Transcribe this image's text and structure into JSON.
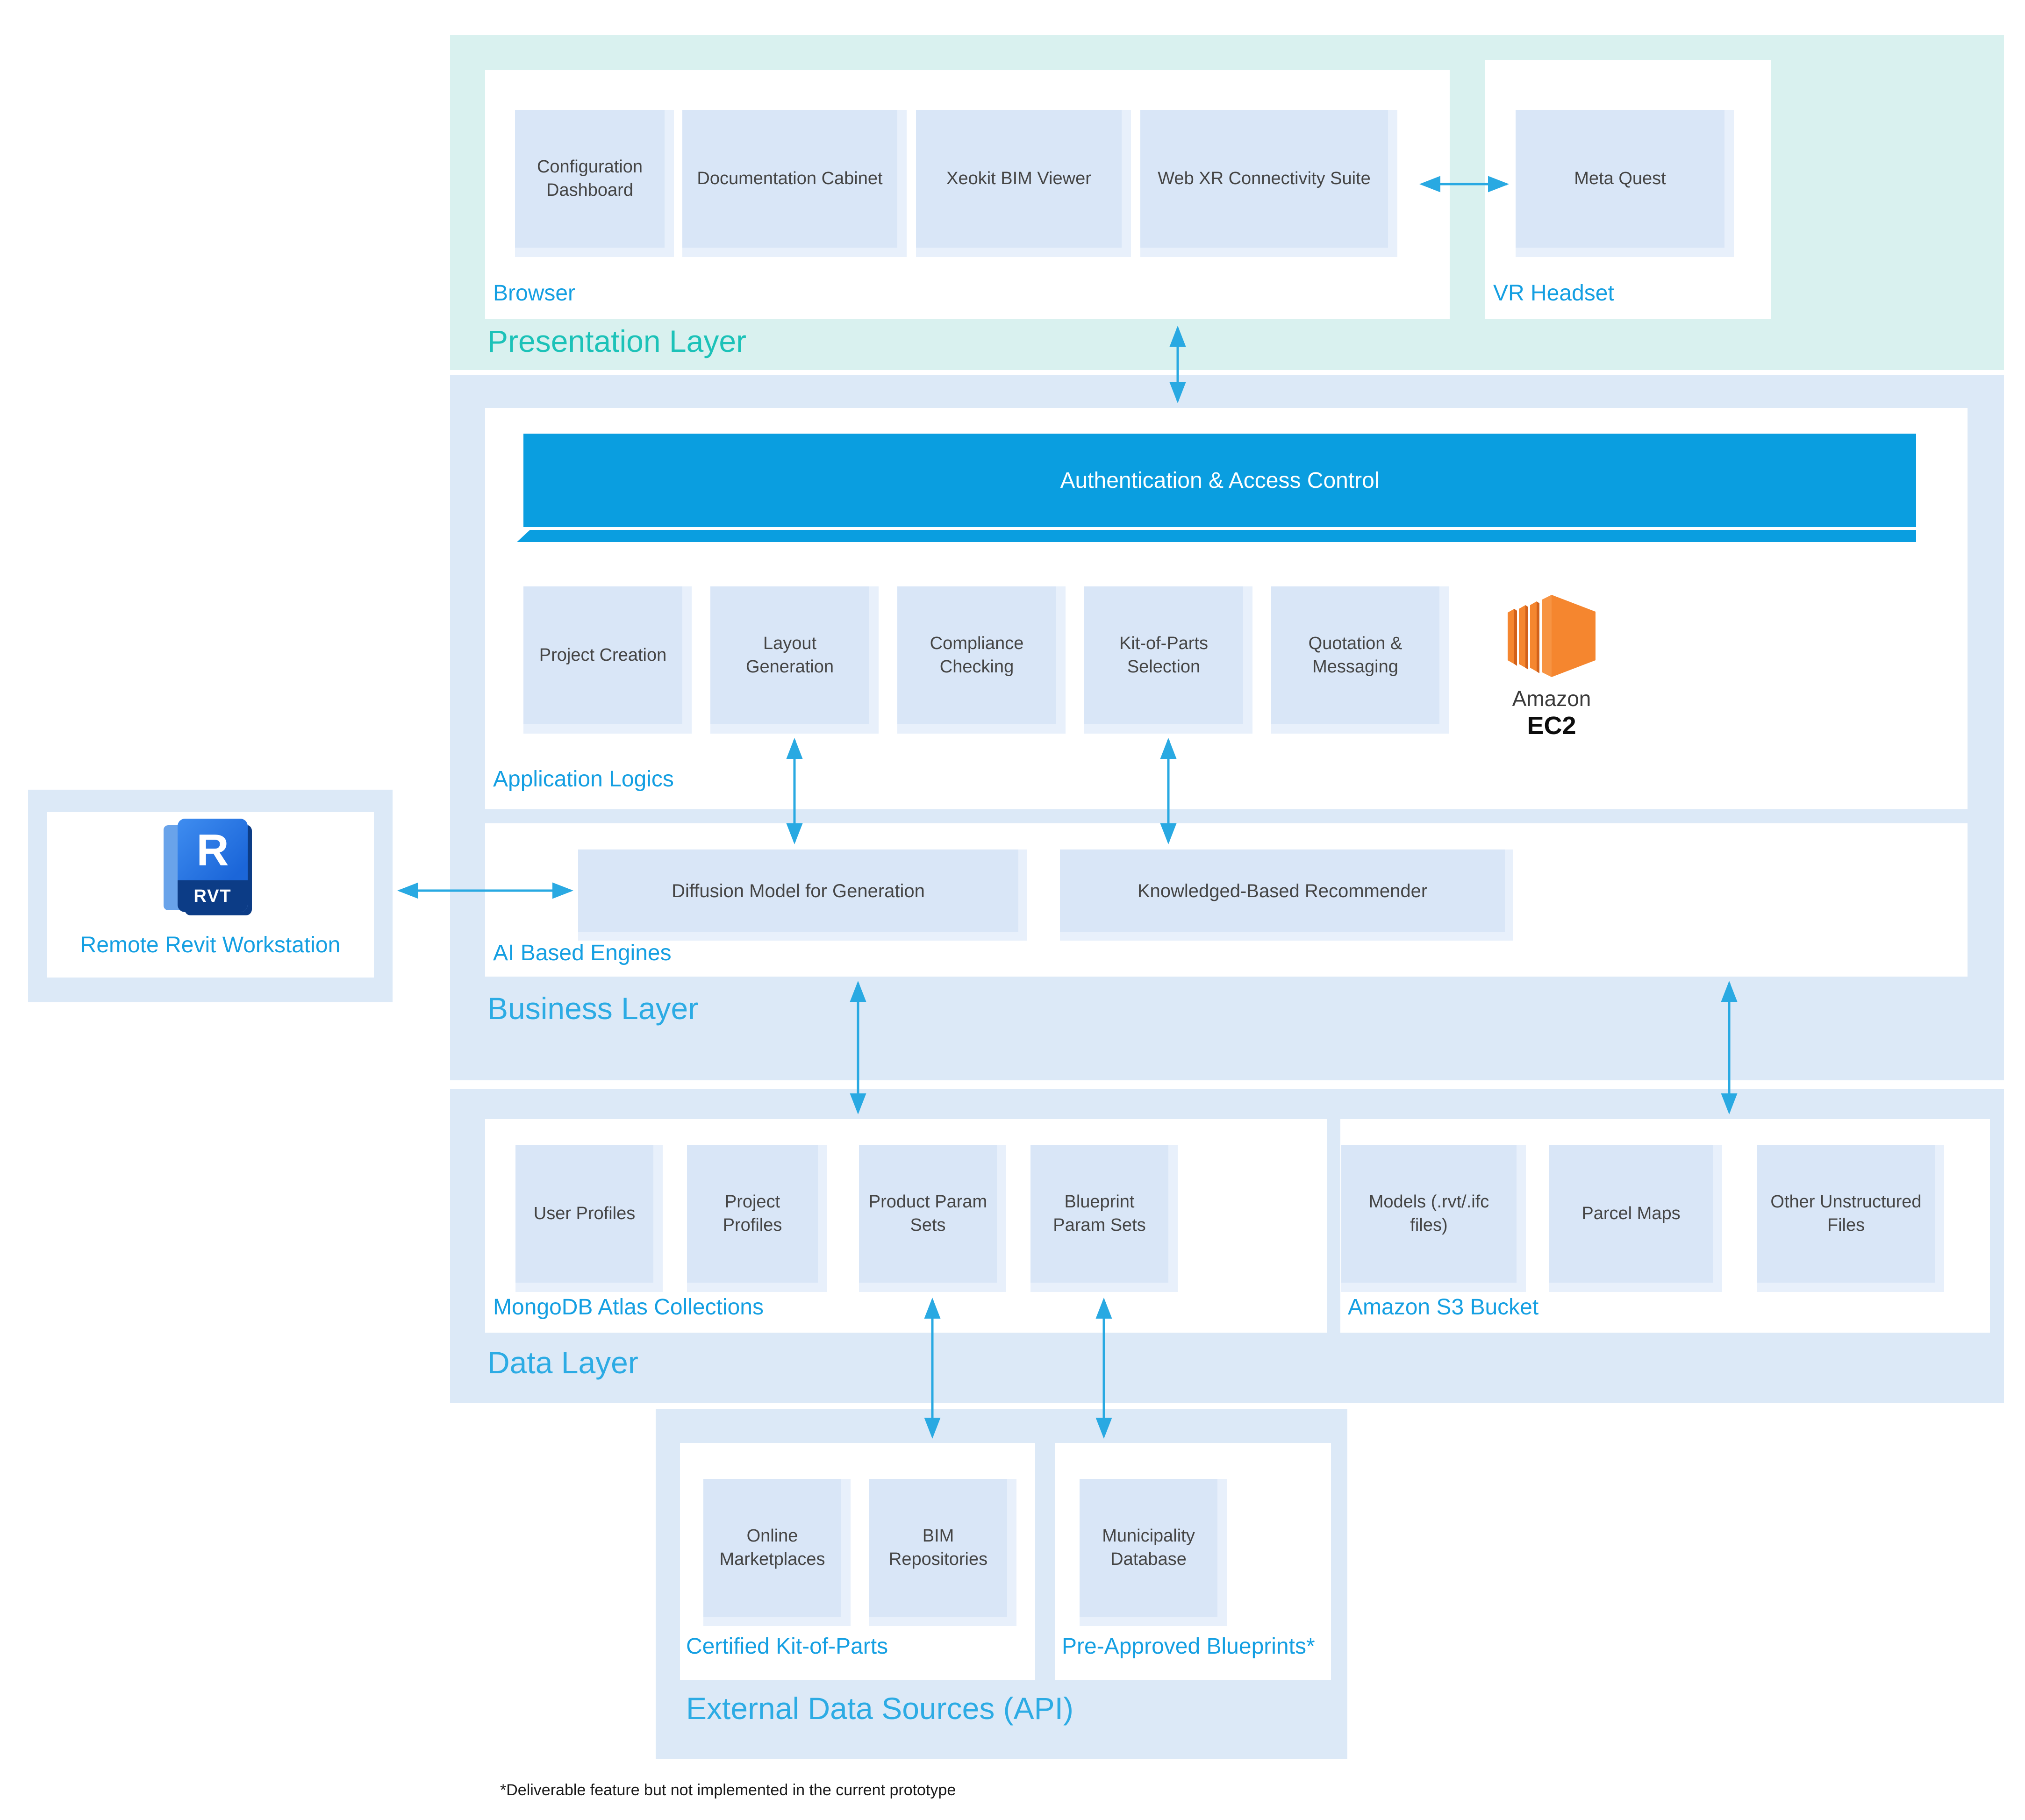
{
  "colors": {
    "accent_cyan_label": "#149fe2",
    "layer_title_blue": "#2cabe4",
    "presentation_title_teal": "#1cc2b8",
    "auth_bar_blue": "#0a9ee0",
    "arrow_cyan": "#29a9e2",
    "band_mint": "#d9f1ef",
    "band_blue": "#dce9f7",
    "node_fill": "#d9e6f7",
    "ec2_orange": "#f5862f",
    "revit_blue": "#1b66d9",
    "revit_navy": "#0c3c86"
  },
  "presentation": {
    "title": "Presentation Layer",
    "browser": {
      "label": "Browser",
      "items": [
        "Configuration Dashboard",
        "Documentation Cabinet",
        "Xeokit BIM Viewer",
        "Web XR Connectivity Suite"
      ]
    },
    "vr": {
      "label": "VR Headset",
      "items": [
        "Meta Quest"
      ]
    }
  },
  "business": {
    "title": "Business Layer",
    "auth_bar": "Authentication & Access Control",
    "application_logics": {
      "label": "Application Logics",
      "items": [
        "Project Creation",
        "Layout Generation",
        "Compliance Checking",
        "Kit-of-Parts Selection",
        "Quotation & Messaging"
      ]
    },
    "ec2": {
      "line1": "Amazon",
      "line2": "EC2"
    },
    "ai_engines": {
      "label": "AI Based Engines",
      "items": [
        "Diffusion Model for Generation",
        "Knowledged-Based Recommender"
      ]
    }
  },
  "revit": {
    "label": "Remote Revit Workstation",
    "icon_letter": "R",
    "icon_badge": "RVT"
  },
  "data_layer": {
    "title": "Data Layer",
    "mongo": {
      "label": "MongoDB Atlas Collections",
      "items": [
        "User Profiles",
        "Project Profiles",
        "Product Param Sets",
        "Blueprint Param Sets"
      ]
    },
    "s3": {
      "label": "Amazon S3 Bucket",
      "items": [
        "Models (.rvt/.ifc files)",
        "Parcel Maps",
        "Other Unstructured Files"
      ]
    }
  },
  "external": {
    "title": "External Data Sources (API)",
    "kit": {
      "label": "Certified Kit-of-Parts",
      "items": [
        "Online Marketplaces",
        "BIM Repositories"
      ]
    },
    "blueprints": {
      "label": "Pre-Approved Blueprints*",
      "items": [
        "Municipality Database"
      ]
    }
  },
  "footnote": "*Deliverable feature but not implemented in the current prototype"
}
